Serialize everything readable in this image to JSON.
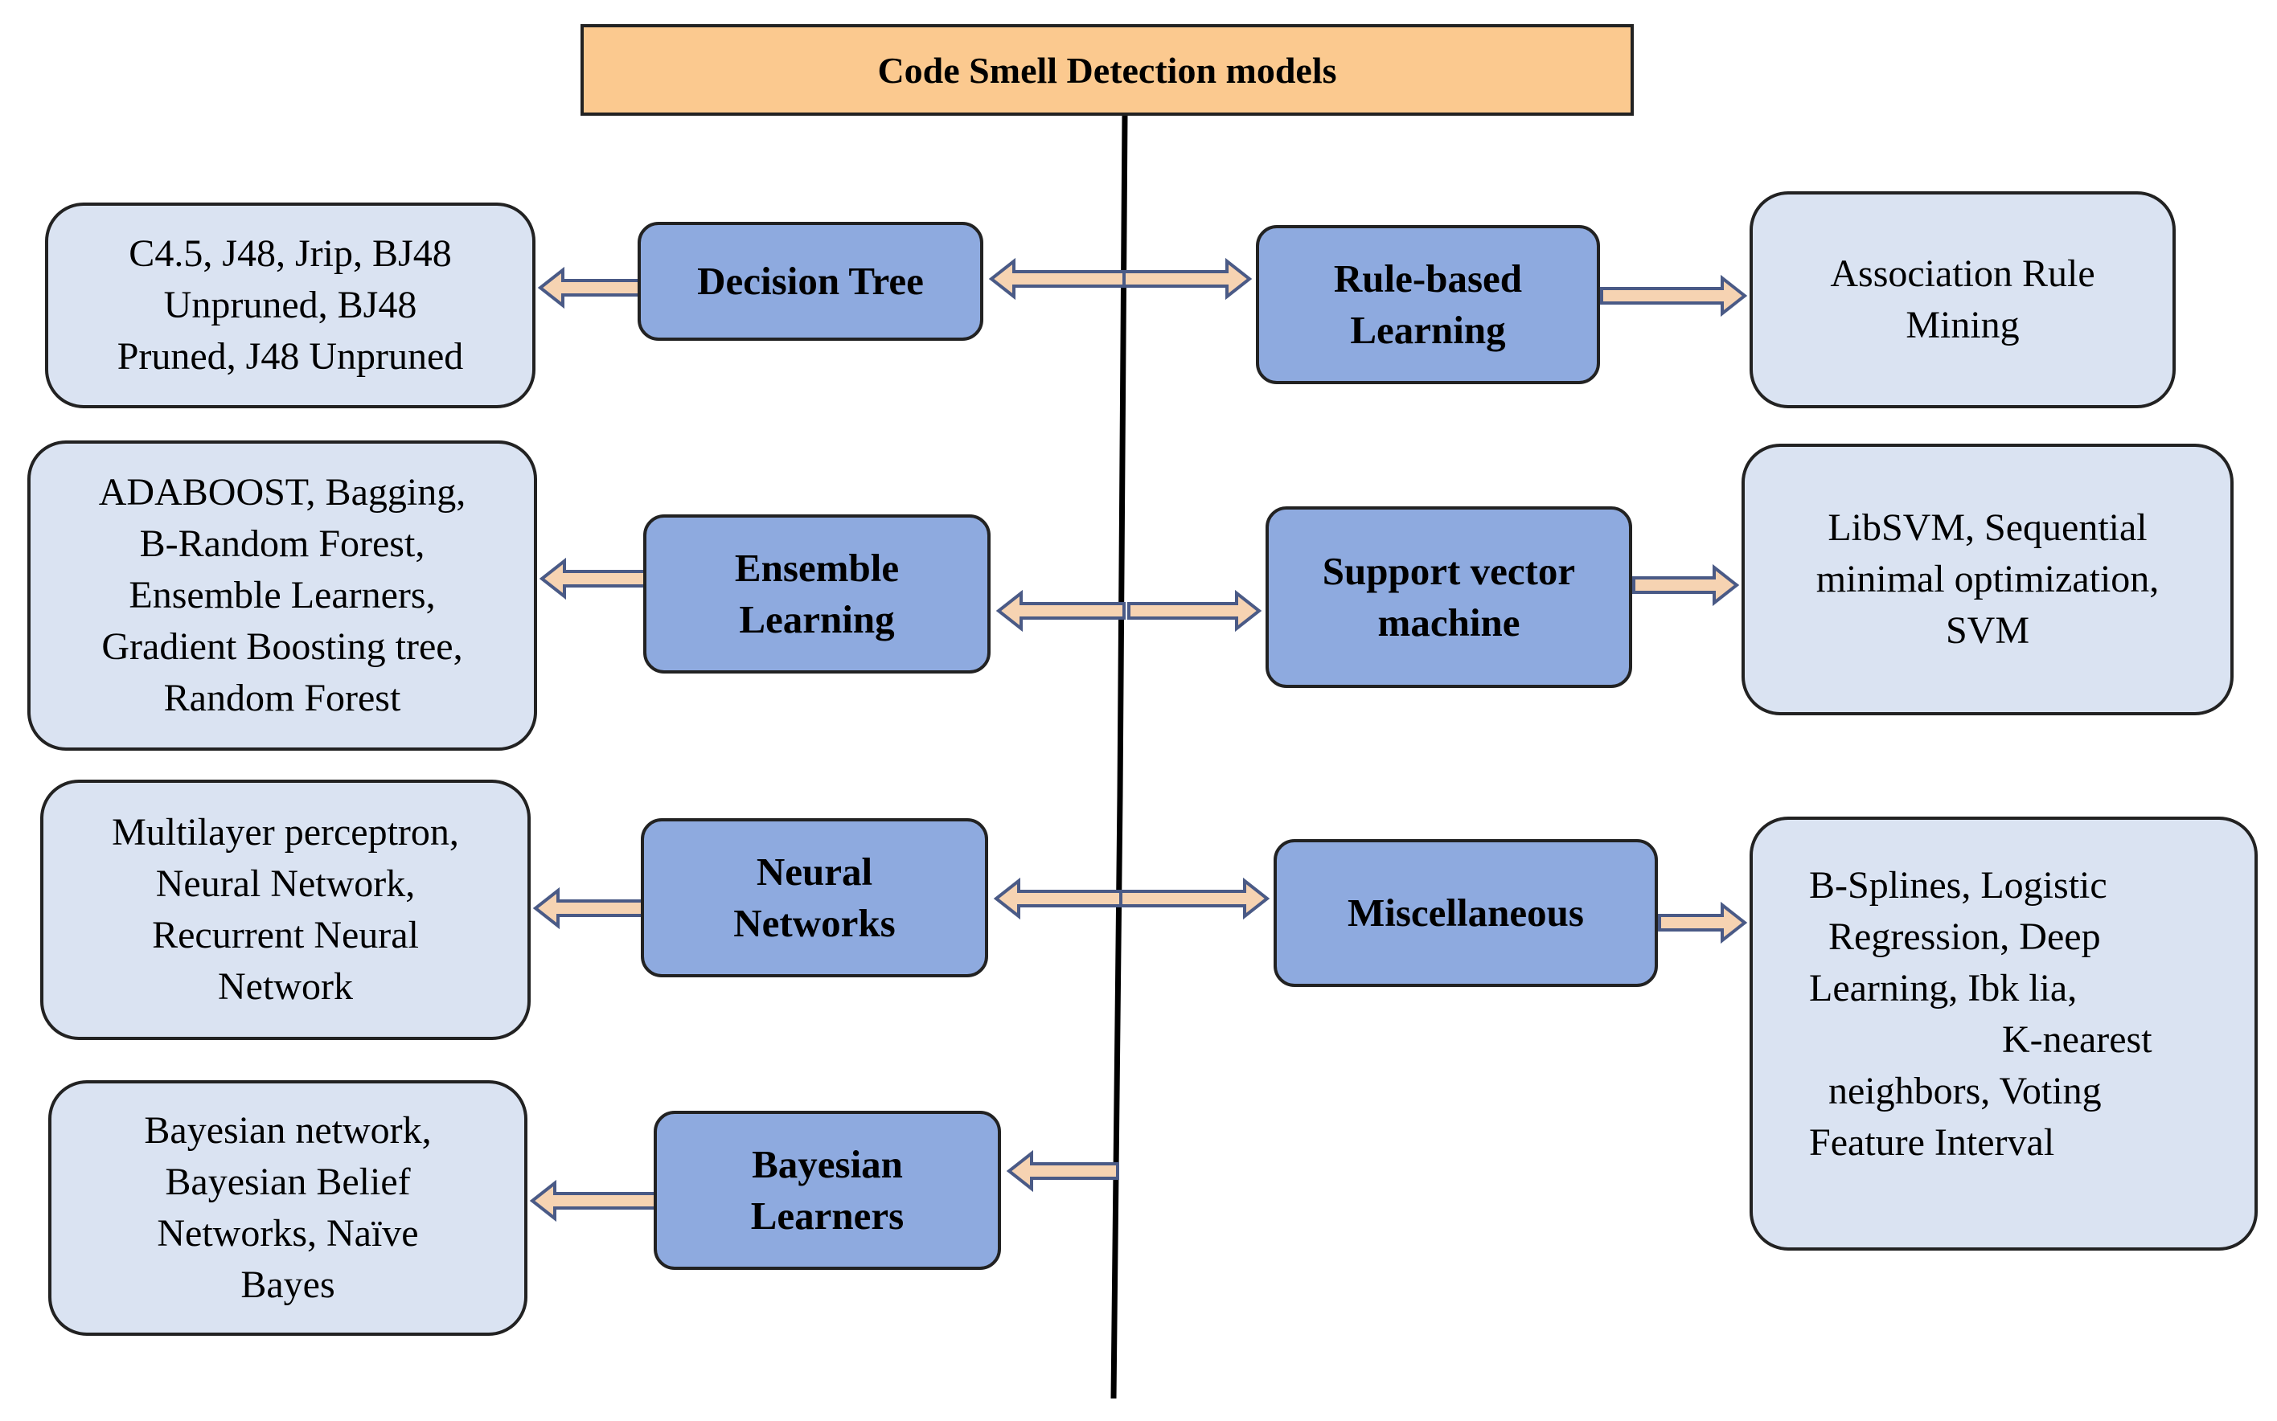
{
  "title": "Code Smell Detection models",
  "colors": {
    "title_fill": "#fbc98f",
    "category_fill": "#8eaadf",
    "leaf_fill": "#dae3f2",
    "arrow_fill": "#f6d3b2",
    "arrow_outline": "#4a5a86",
    "line": "#000000"
  },
  "left": [
    {
      "category": "Decision Tree",
      "models": "C4.5, J48, Jrip, BJ48\nUnpruned, BJ48\nPruned, J48 Unpruned"
    },
    {
      "category": "Ensemble\nLearning",
      "models": "ADABOOST, Bagging,\nB-Random Forest,\nEnsemble Learners,\nGradient Boosting tree,\nRandom Forest"
    },
    {
      "category": "Neural\nNetworks",
      "models": "Multilayer perceptron,\nNeural Network,\nRecurrent Neural\nNetwork"
    },
    {
      "category": "Bayesian\nLearners",
      "models": "Bayesian network,\nBayesian Belief\nNetworks, Naïve\nBayes"
    }
  ],
  "right": [
    {
      "category": "Rule-based\nLearning",
      "models": "Association Rule\nMining"
    },
    {
      "category": "Support vector\nmachine",
      "models": "LibSVM, Sequential\nminimal optimization,\nSVM"
    },
    {
      "category": "Miscellaneous",
      "models": "B-Splines, Logistic\n  Regression, Deep\nLearning, Ibk lia,\n                    K-nearest\n  neighbors, Voting\nFeature Interval"
    }
  ]
}
